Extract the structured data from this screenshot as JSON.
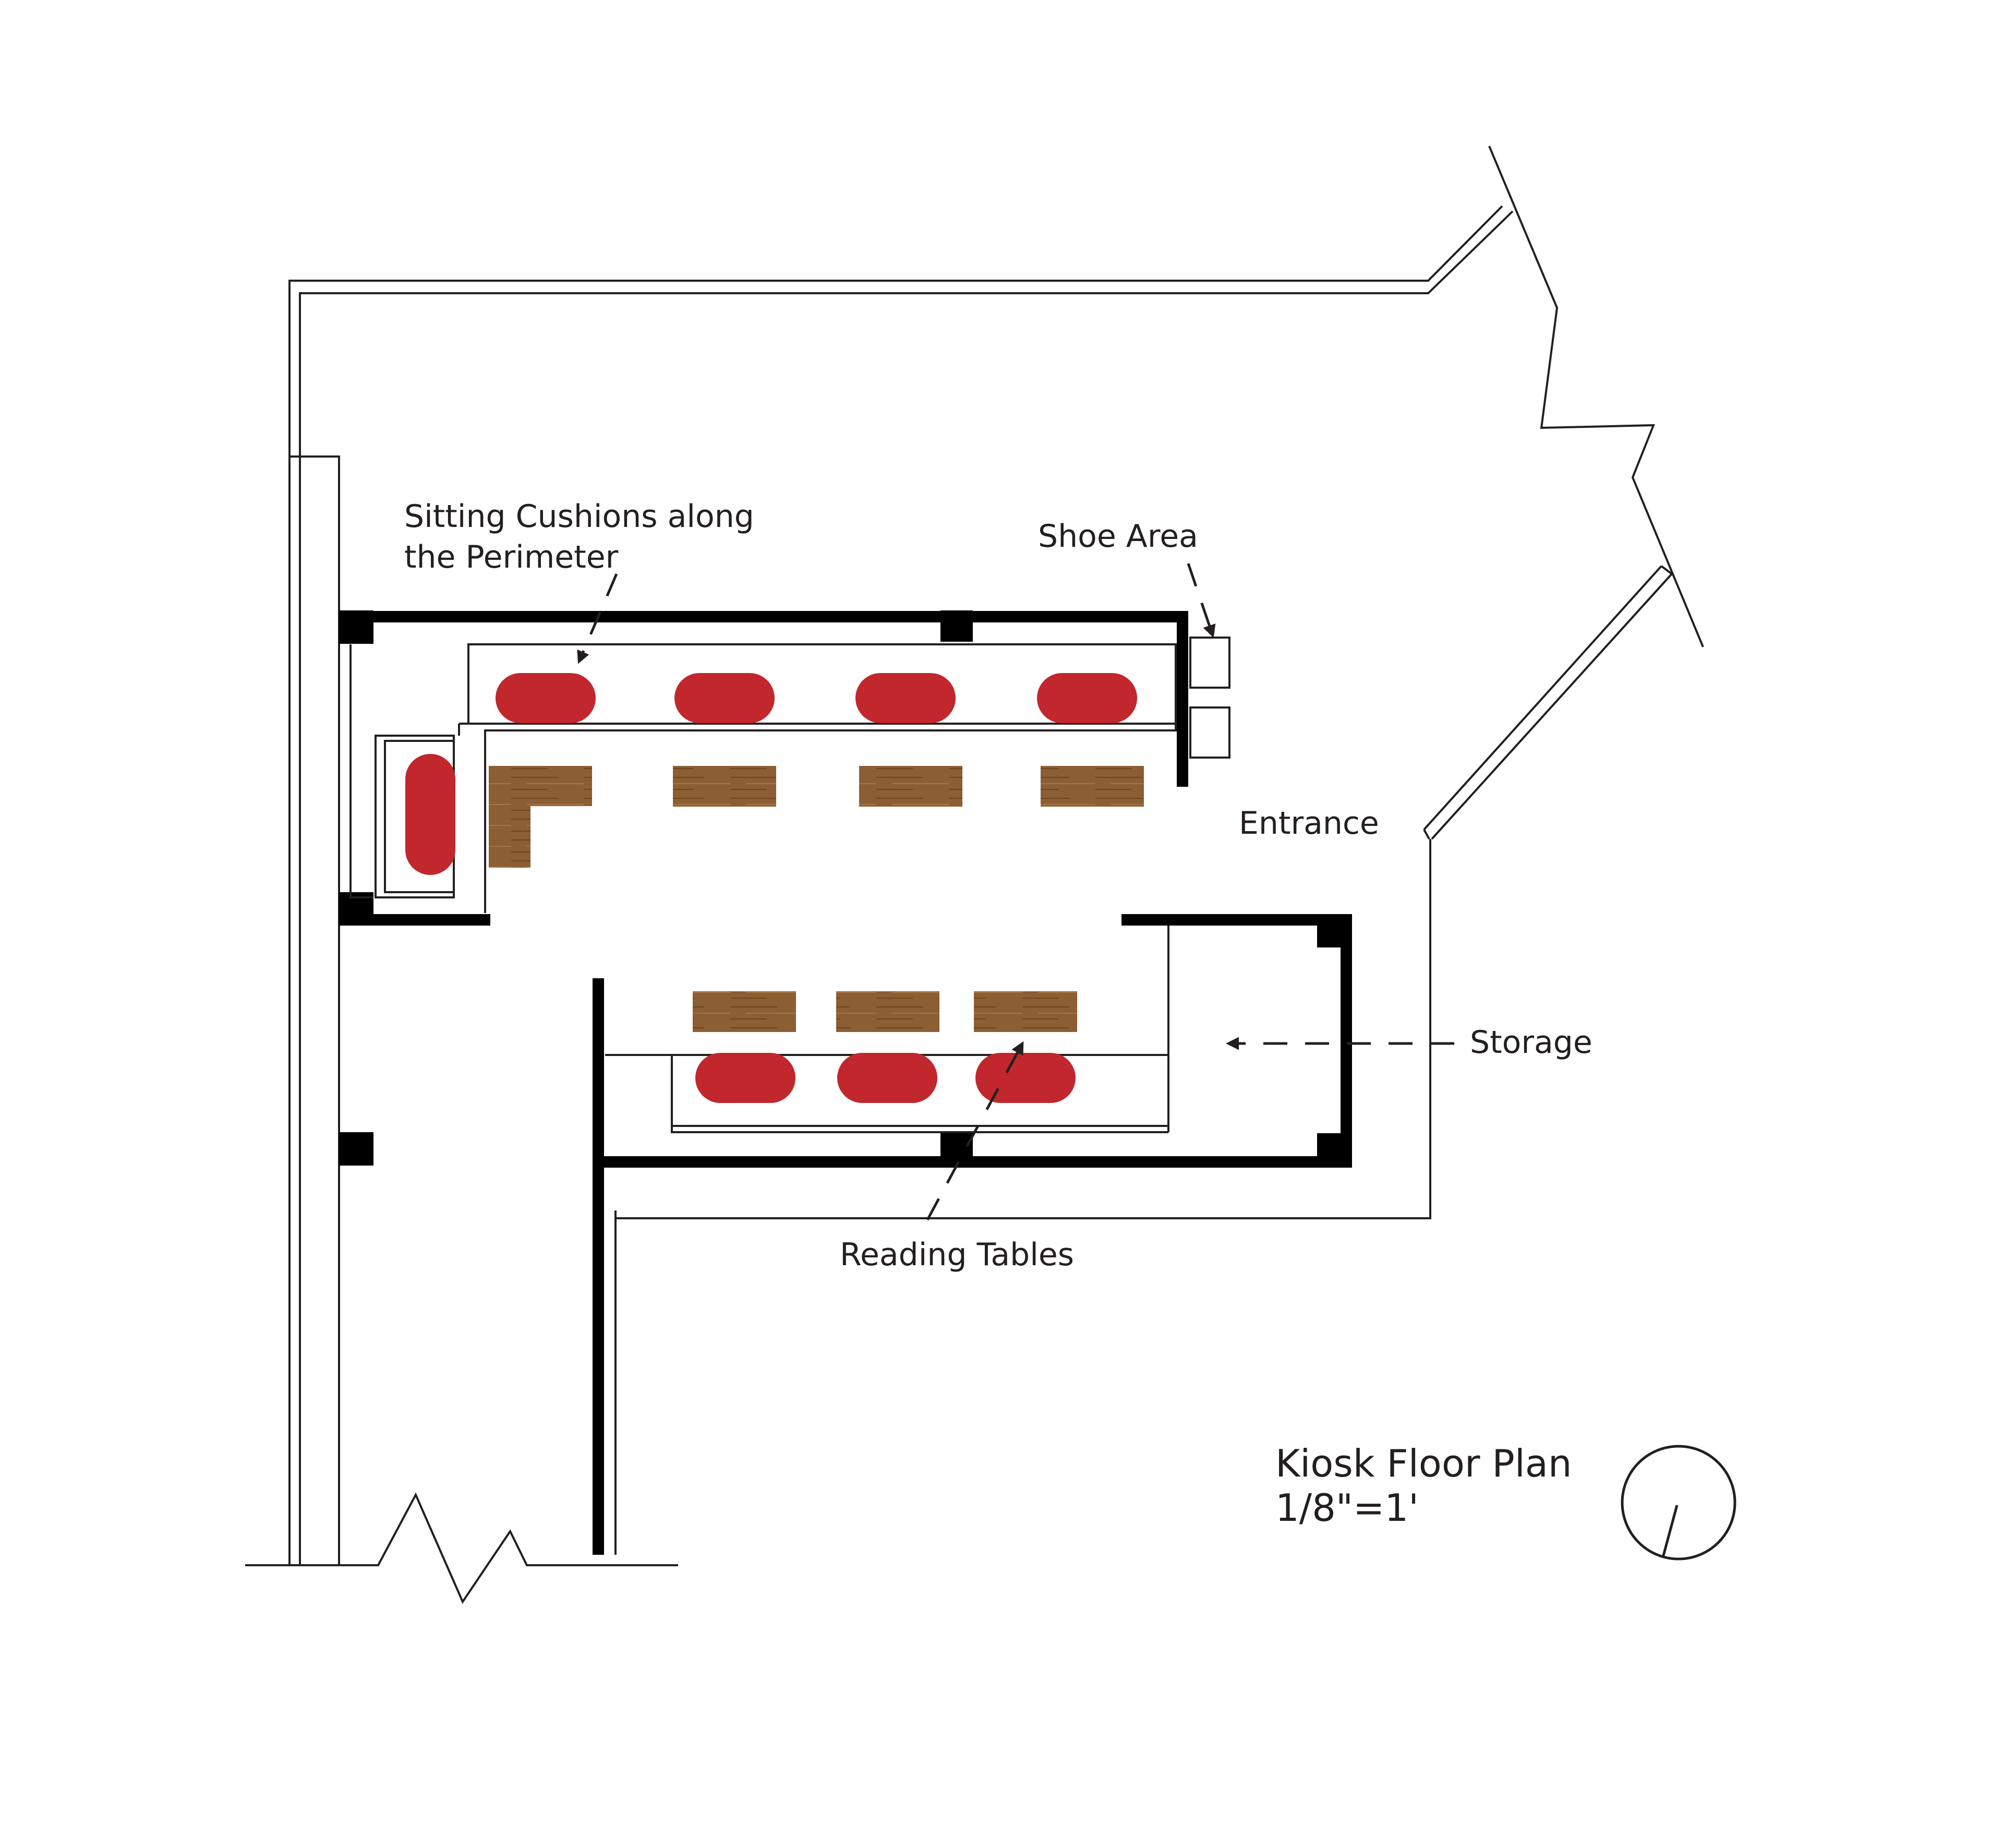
{
  "title": "Kiosk Floor Plan",
  "scale": "1/8\"=1'",
  "colors": {
    "wall": "#000000",
    "line": "#231f20",
    "cushion": "#c1272d",
    "table": "#8b5e34",
    "background": "#ffffff"
  },
  "labels": {
    "cushions": [
      "Sitting Cushions along",
      "the Perimeter"
    ],
    "shoe_area": "Shoe Area",
    "entrance": "Entrance",
    "storage": "Storage",
    "reading_tables": "Reading Tables"
  },
  "icons": {
    "north": "north-arrow-icon"
  }
}
